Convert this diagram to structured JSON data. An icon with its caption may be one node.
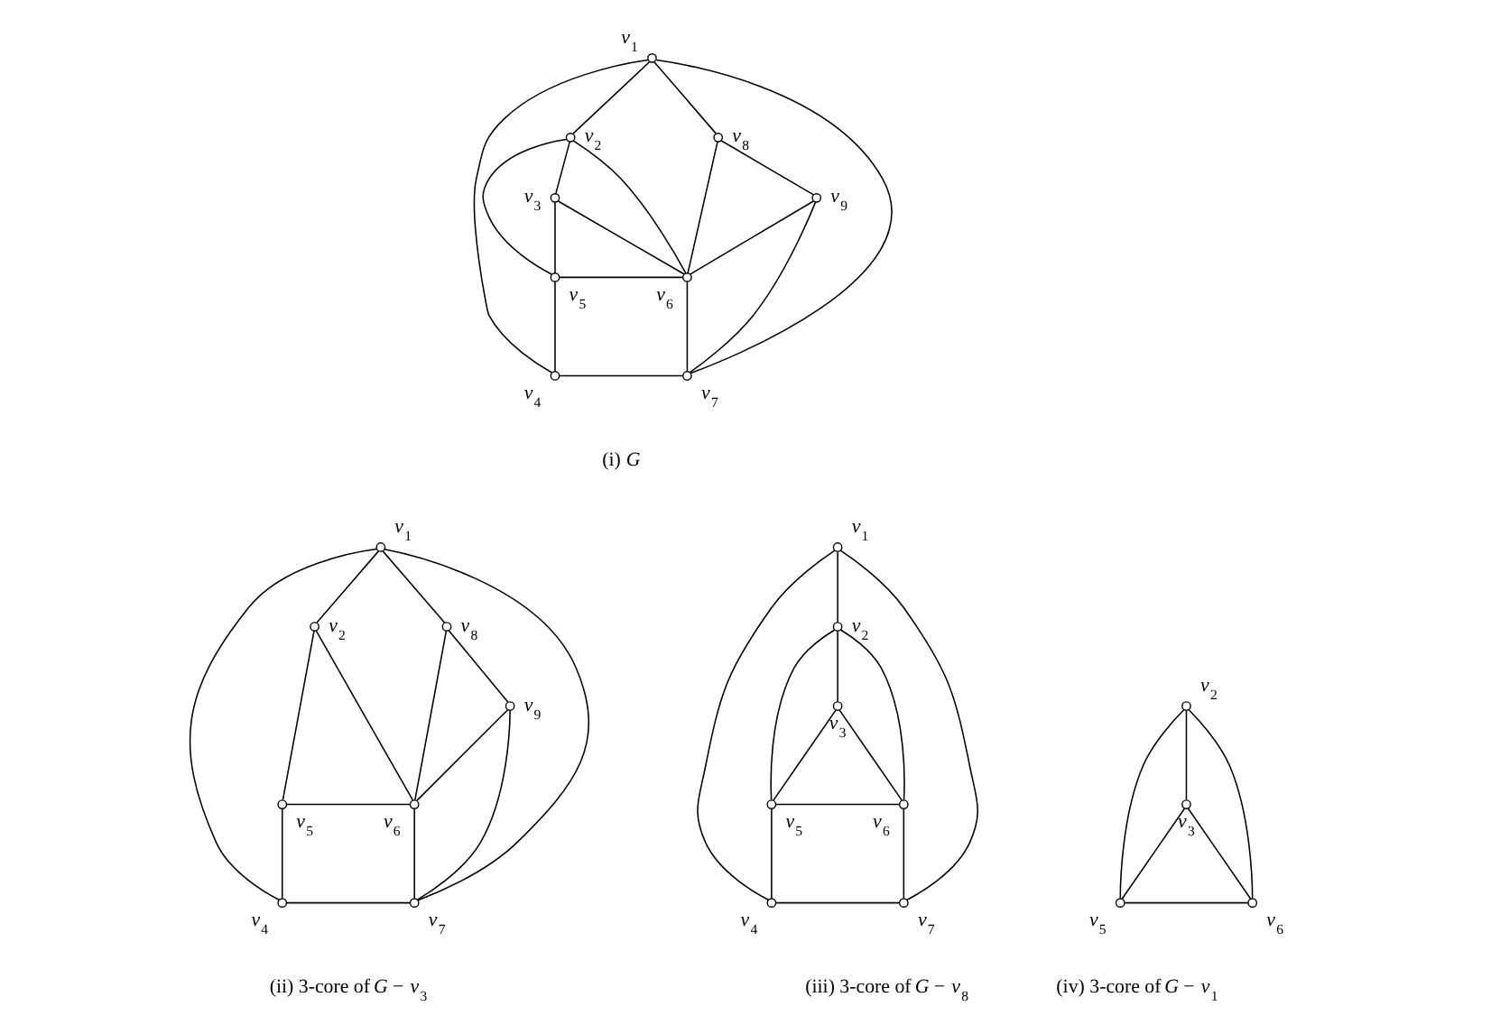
{
  "diagram": {
    "nodes": [
      {
        "text": [],
        "shape": "circle",
        "beside": [
          "*v*$_{1}$"
        ]
      },
      {
        "text": [],
        "shape": "circle",
        "beside": [
          "*v*$_{2}$"
        ]
      },
      {
        "text": [],
        "shape": "circle",
        "beside": [
          "*v*$_{3}$"
        ]
      },
      {
        "text": [],
        "shape": "circle",
        "beside": [
          "*v*$_{4}$"
        ]
      },
      {
        "text": [],
        "shape": "circle",
        "beside": [
          "*v*$_{5}$"
        ]
      },
      {
        "text": [],
        "shape": "circle",
        "beside": [
          "*v*$_{6}$"
        ]
      },
      {
        "text": [],
        "shape": "circle",
        "beside": [
          "*v*$_{7}$"
        ]
      },
      {
        "text": [],
        "shape": "circle",
        "beside": [
          "*v*$_{8}$"
        ]
      },
      {
        "text": [],
        "shape": "circle",
        "beside": [
          "*v*$_{9}$"
        ]
      },
      {
        "text": [],
        "shape": "circle",
        "beside": [
          "*v*$_{1}$"
        ]
      },
      {
        "text": [],
        "shape": "circle",
        "beside": [
          "*v*$_{2}$"
        ]
      },
      {
        "text": [],
        "shape": "circle",
        "beside": [
          "*v*$_{4}$"
        ]
      },
      {
        "text": [],
        "shape": "circle",
        "beside": [
          "*v*$_{5}$"
        ]
      },
      {
        "text": [],
        "shape": "circle",
        "beside": [
          "*v*$_{6}$"
        ]
      },
      {
        "text": [],
        "shape": "circle",
        "beside": [
          "*v*$_{7}$"
        ]
      },
      {
        "text": [],
        "shape": "circle",
        "beside": [
          "*v*$_{8}$"
        ]
      },
      {
        "text": [],
        "shape": "circle",
        "beside": [
          "*v*$_{9}$"
        ]
      },
      {
        "text": [],
        "shape": "circle",
        "beside": [
          "*v*$_{1}$"
        ]
      },
      {
        "text": [],
        "shape": "circle",
        "beside": [
          "*v*$_{2}$"
        ]
      },
      {
        "text": [],
        "shape": "circle",
        "beside": [
          "*v*$_{3}$"
        ]
      },
      {
        "text": [],
        "shape": "circle",
        "beside": [
          "*v*$_{4}$"
        ]
      },
      {
        "text": [],
        "shape": "circle",
        "beside": [
          "*v*$_{5}$"
        ]
      },
      {
        "text": [],
        "shape": "circle",
        "beside": [
          "*v*$_{6}$"
        ]
      },
      {
        "text": [],
        "shape": "circle",
        "beside": [
          "*v*$_{7}$"
        ]
      },
      {
        "text": [],
        "shape": "circle",
        "beside": [
          "*v*$_{2}$"
        ]
      },
      {
        "text": [],
        "shape": "circle",
        "beside": [
          "*v*$_{3}$"
        ]
      },
      {
        "text": [],
        "shape": "circle",
        "beside": [
          "*v*$_{5}$"
        ]
      },
      {
        "text": [],
        "shape": "circle",
        "beside": [
          "*v*$_{6}$"
        ]
      }
    ],
    "edges": [
      {
        "from": 0,
        "to": 1,
        "arrow": "none"
      },
      {
        "from": 0,
        "to": 3,
        "arrow": "none"
      },
      {
        "from": 0,
        "to": 6,
        "arrow": "none"
      },
      {
        "from": 0,
        "to": 7,
        "arrow": "none"
      },
      {
        "from": 1,
        "to": 2,
        "arrow": "none"
      },
      {
        "from": 1,
        "to": 4,
        "arrow": "none"
      },
      {
        "from": 1,
        "to": 5,
        "arrow": "none"
      },
      {
        "from": 2,
        "to": 4,
        "arrow": "none"
      },
      {
        "from": 2,
        "to": 5,
        "arrow": "none"
      },
      {
        "from": 4,
        "to": 5,
        "arrow": "none"
      },
      {
        "from": 4,
        "to": 3,
        "arrow": "none"
      },
      {
        "from": 5,
        "to": 6,
        "arrow": "none"
      },
      {
        "from": 3,
        "to": 6,
        "arrow": "none"
      },
      {
        "from": 7,
        "to": 5,
        "arrow": "none"
      },
      {
        "from": 7,
        "to": 8,
        "arrow": "none"
      },
      {
        "from": 8,
        "to": 5,
        "arrow": "none"
      },
      {
        "from": 8,
        "to": 6,
        "arrow": "none"
      },
      {
        "from": 9,
        "to": 10,
        "arrow": "none"
      },
      {
        "from": 9,
        "to": 11,
        "arrow": "none"
      },
      {
        "from": 9,
        "to": 14,
        "arrow": "none"
      },
      {
        "from": 9,
        "to": 15,
        "arrow": "none"
      },
      {
        "from": 10,
        "to": 12,
        "arrow": "none"
      },
      {
        "from": 10,
        "to": 13,
        "arrow": "none"
      },
      {
        "from": 12,
        "to": 13,
        "arrow": "none"
      },
      {
        "from": 12,
        "to": 11,
        "arrow": "none"
      },
      {
        "from": 13,
        "to": 14,
        "arrow": "none"
      },
      {
        "from": 11,
        "to": 14,
        "arrow": "none"
      },
      {
        "from": 15,
        "to": 13,
        "arrow": "none"
      },
      {
        "from": 15,
        "to": 16,
        "arrow": "none"
      },
      {
        "from": 16,
        "to": 13,
        "arrow": "none"
      },
      {
        "from": 16,
        "to": 14,
        "arrow": "none"
      },
      {
        "from": 17,
        "to": 18,
        "arrow": "none"
      },
      {
        "from": 17,
        "to": 20,
        "arrow": "none"
      },
      {
        "from": 17,
        "to": 23,
        "arrow": "none"
      },
      {
        "from": 18,
        "to": 19,
        "arrow": "none"
      },
      {
        "from": 18,
        "to": 21,
        "arrow": "none"
      },
      {
        "from": 18,
        "to": 22,
        "arrow": "none"
      },
      {
        "from": 19,
        "to": 21,
        "arrow": "none"
      },
      {
        "from": 19,
        "to": 22,
        "arrow": "none"
      },
      {
        "from": 21,
        "to": 22,
        "arrow": "none"
      },
      {
        "from": 21,
        "to": 20,
        "arrow": "none"
      },
      {
        "from": 22,
        "to": 23,
        "arrow": "none"
      },
      {
        "from": 20,
        "to": 23,
        "arrow": "none"
      },
      {
        "from": 24,
        "to": 25,
        "arrow": "none"
      },
      {
        "from": 24,
        "to": 26,
        "arrow": "none"
      },
      {
        "from": 24,
        "to": 27,
        "arrow": "none"
      },
      {
        "from": 25,
        "to": 26,
        "arrow": "none"
      },
      {
        "from": 25,
        "to": 27,
        "arrow": "none"
      },
      {
        "from": 26,
        "to": 27,
        "arrow": "none"
      }
    ],
    "labels": [
      "(i) *G*",
      "(ii) 3-core of *G* − *v*$_{3}$",
      "(iii) 3-core of *G* − *v*$_{8}$",
      "(iv) 3-core of *G* − *v*$_{1}$"
    ]
  }
}
